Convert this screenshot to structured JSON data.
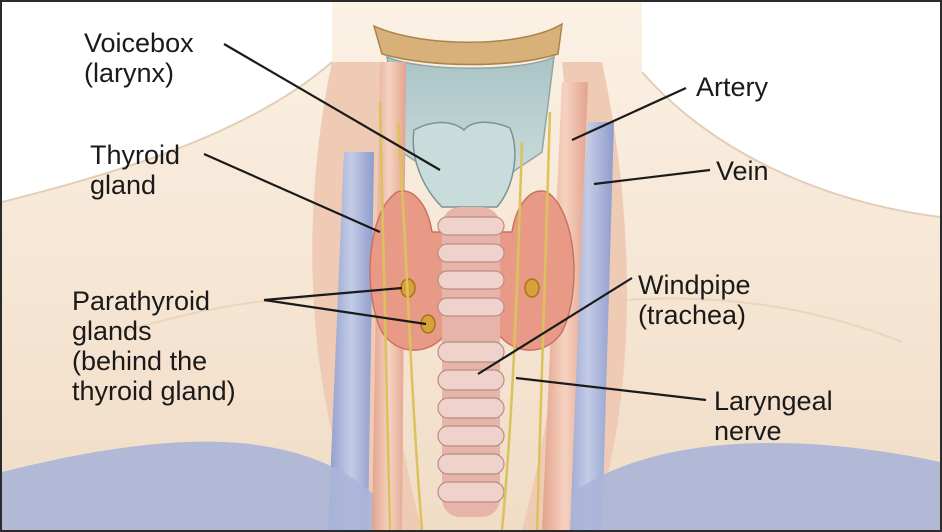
{
  "labels": {
    "voicebox": [
      "Voicebox",
      "(larynx)"
    ],
    "thyroid": [
      "Thyroid",
      "gland"
    ],
    "parathyroid": [
      "Parathyroid",
      "glands",
      "(behind the",
      "thyroid gland)"
    ],
    "artery": [
      "Artery"
    ],
    "vein": [
      "Vein"
    ],
    "windpipe": [
      "Windpipe",
      "(trachea)"
    ],
    "laryngeal": [
      "Laryngeal",
      "nerve"
    ]
  },
  "colors": {
    "skin": "#f6e6d2",
    "larynx": "#b8cfd0",
    "thyroid": "#e89a86",
    "trachea": "#e7b4a9",
    "artery": "#eebfa9",
    "vein": "#a9b4d6",
    "nerve": "#d9c35a",
    "leader": "#1a1a1a"
  },
  "icons": {
    "illustration": "neck-anatomy-illustration"
  }
}
